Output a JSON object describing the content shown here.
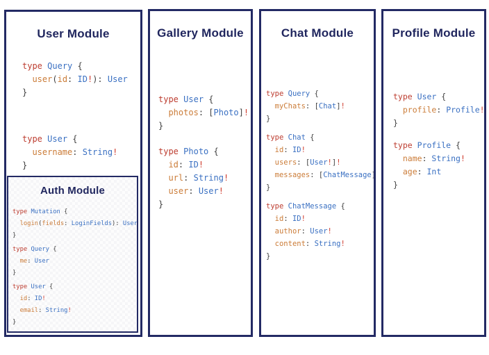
{
  "colors": {
    "border_navy": "#232a64",
    "title_navy": "#20265e",
    "keyword_red": "#bd3d30",
    "typename_blue": "#3a70c2",
    "field_orange": "#cb7c38",
    "punctuation_gray": "#404040",
    "bang_red": "#cf3c2e",
    "background": "#ffffff"
  },
  "modules": [
    {
      "id": "user",
      "title": "User Module",
      "blocks": [
        [
          [
            [
              "kw",
              "type"
            ],
            [
              "pl",
              " "
            ],
            [
              "ty",
              "Query"
            ],
            [
              "pl",
              " {"
            ]
          ],
          [
            [
              "pl",
              "  "
            ],
            [
              "fd",
              "user"
            ],
            [
              "pl",
              "("
            ],
            [
              "fd",
              "id"
            ],
            [
              "pl",
              ": "
            ],
            [
              "ty",
              "ID"
            ],
            [
              "bang",
              "!"
            ],
            [
              "pl",
              "): "
            ],
            [
              "ty",
              "User"
            ]
          ],
          [
            [
              "pl",
              "}"
            ]
          ]
        ],
        [
          [
            [
              "kw",
              "type"
            ],
            [
              "pl",
              " "
            ],
            [
              "ty",
              "User"
            ],
            [
              "pl",
              " {"
            ]
          ],
          [
            [
              "pl",
              "  "
            ],
            [
              "fd",
              "username"
            ],
            [
              "pl",
              ": "
            ],
            [
              "ty",
              "String"
            ],
            [
              "bang",
              "!"
            ]
          ],
          [
            [
              "pl",
              "}"
            ]
          ]
        ]
      ]
    },
    {
      "id": "auth",
      "title": "Auth Module",
      "blocks": [
        [
          [
            [
              "kw",
              "type"
            ],
            [
              "pl",
              " "
            ],
            [
              "ty",
              "Mutation"
            ],
            [
              "pl",
              " {"
            ]
          ],
          [
            [
              "pl",
              "  "
            ],
            [
              "fd",
              "login"
            ],
            [
              "pl",
              "("
            ],
            [
              "fd",
              "fields"
            ],
            [
              "pl",
              ": "
            ],
            [
              "ty",
              "LoginFields"
            ],
            [
              "pl",
              "): "
            ],
            [
              "ty",
              "User"
            ]
          ],
          [
            [
              "pl",
              "}"
            ]
          ]
        ],
        [
          [
            [
              "kw",
              "type"
            ],
            [
              "pl",
              " "
            ],
            [
              "ty",
              "Query"
            ],
            [
              "pl",
              " {"
            ]
          ],
          [
            [
              "pl",
              "  "
            ],
            [
              "fd",
              "me"
            ],
            [
              "pl",
              ": "
            ],
            [
              "ty",
              "User"
            ]
          ],
          [
            [
              "pl",
              "}"
            ]
          ]
        ],
        [
          [
            [
              "kw",
              "type"
            ],
            [
              "pl",
              " "
            ],
            [
              "ty",
              "User"
            ],
            [
              "pl",
              " {"
            ]
          ],
          [
            [
              "pl",
              "  "
            ],
            [
              "fd",
              "id"
            ],
            [
              "pl",
              ": "
            ],
            [
              "ty",
              "ID"
            ],
            [
              "bang",
              "!"
            ]
          ],
          [
            [
              "pl",
              "  "
            ],
            [
              "fd",
              "email"
            ],
            [
              "pl",
              ": "
            ],
            [
              "ty",
              "String"
            ],
            [
              "bang",
              "!"
            ]
          ],
          [
            [
              "pl",
              "}"
            ]
          ]
        ]
      ]
    },
    {
      "id": "gallery",
      "title": "Gallery Module",
      "blocks": [
        [
          [
            [
              "kw",
              "type"
            ],
            [
              "pl",
              " "
            ],
            [
              "ty",
              "User"
            ],
            [
              "pl",
              " {"
            ]
          ],
          [
            [
              "pl",
              "  "
            ],
            [
              "fd",
              "photos"
            ],
            [
              "pl",
              ": ["
            ],
            [
              "ty",
              "Photo"
            ],
            [
              "pl",
              "]"
            ],
            [
              "bang",
              "!"
            ]
          ],
          [
            [
              "pl",
              "}"
            ]
          ]
        ],
        [
          [
            [
              "kw",
              "type"
            ],
            [
              "pl",
              " "
            ],
            [
              "ty",
              "Photo"
            ],
            [
              "pl",
              " {"
            ]
          ],
          [
            [
              "pl",
              "  "
            ],
            [
              "fd",
              "id"
            ],
            [
              "pl",
              ": "
            ],
            [
              "ty",
              "ID"
            ],
            [
              "bang",
              "!"
            ]
          ],
          [
            [
              "pl",
              "  "
            ],
            [
              "fd",
              "url"
            ],
            [
              "pl",
              ": "
            ],
            [
              "ty",
              "String"
            ],
            [
              "bang",
              "!"
            ]
          ],
          [
            [
              "pl",
              "  "
            ],
            [
              "fd",
              "user"
            ],
            [
              "pl",
              ": "
            ],
            [
              "ty",
              "User"
            ],
            [
              "bang",
              "!"
            ]
          ],
          [
            [
              "pl",
              "}"
            ]
          ]
        ]
      ]
    },
    {
      "id": "chat",
      "title": "Chat Module",
      "blocks": [
        [
          [
            [
              "kw",
              "type"
            ],
            [
              "pl",
              " "
            ],
            [
              "ty",
              "Query"
            ],
            [
              "pl",
              " {"
            ]
          ],
          [
            [
              "pl",
              "  "
            ],
            [
              "fd",
              "myChats"
            ],
            [
              "pl",
              ": ["
            ],
            [
              "ty",
              "Chat"
            ],
            [
              "pl",
              "]"
            ],
            [
              "bang",
              "!"
            ]
          ],
          [
            [
              "pl",
              "}"
            ]
          ]
        ],
        [
          [
            [
              "kw",
              "type"
            ],
            [
              "pl",
              " "
            ],
            [
              "ty",
              "Chat"
            ],
            [
              "pl",
              " {"
            ]
          ],
          [
            [
              "pl",
              "  "
            ],
            [
              "fd",
              "id"
            ],
            [
              "pl",
              ": "
            ],
            [
              "ty",
              "ID"
            ],
            [
              "bang",
              "!"
            ]
          ],
          [
            [
              "pl",
              "  "
            ],
            [
              "fd",
              "users"
            ],
            [
              "pl",
              ": ["
            ],
            [
              "ty",
              "User"
            ],
            [
              "bang",
              "!"
            ],
            [
              "pl",
              "]"
            ],
            [
              "bang",
              "!"
            ]
          ],
          [
            [
              "pl",
              "  "
            ],
            [
              "fd",
              "messages"
            ],
            [
              "pl",
              ": ["
            ],
            [
              "ty",
              "ChatMessage"
            ],
            [
              "pl",
              "]"
            ],
            [
              "bang",
              "!"
            ]
          ],
          [
            [
              "pl",
              "}"
            ]
          ]
        ],
        [
          [
            [
              "kw",
              "type"
            ],
            [
              "pl",
              " "
            ],
            [
              "ty",
              "ChatMessage"
            ],
            [
              "pl",
              " {"
            ]
          ],
          [
            [
              "pl",
              "  "
            ],
            [
              "fd",
              "id"
            ],
            [
              "pl",
              ": "
            ],
            [
              "ty",
              "ID"
            ],
            [
              "bang",
              "!"
            ]
          ],
          [
            [
              "pl",
              "  "
            ],
            [
              "fd",
              "author"
            ],
            [
              "pl",
              ": "
            ],
            [
              "ty",
              "User"
            ],
            [
              "bang",
              "!"
            ]
          ],
          [
            [
              "pl",
              "  "
            ],
            [
              "fd",
              "content"
            ],
            [
              "pl",
              ": "
            ],
            [
              "ty",
              "String"
            ],
            [
              "bang",
              "!"
            ]
          ],
          [
            [
              "pl",
              "}"
            ]
          ]
        ]
      ]
    },
    {
      "id": "profile",
      "title": "Profile Module",
      "blocks": [
        [
          [
            [
              "kw",
              "type"
            ],
            [
              "pl",
              " "
            ],
            [
              "ty",
              "User"
            ],
            [
              "pl",
              " {"
            ]
          ],
          [
            [
              "pl",
              "  "
            ],
            [
              "fd",
              "profile"
            ],
            [
              "pl",
              ": "
            ],
            [
              "ty",
              "Profile"
            ],
            [
              "bang",
              "!"
            ]
          ],
          [
            [
              "pl",
              "}"
            ]
          ]
        ],
        [
          [
            [
              "kw",
              "type"
            ],
            [
              "pl",
              " "
            ],
            [
              "ty",
              "Profile"
            ],
            [
              "pl",
              " {"
            ]
          ],
          [
            [
              "pl",
              "  "
            ],
            [
              "fd",
              "name"
            ],
            [
              "pl",
              ": "
            ],
            [
              "ty",
              "String"
            ],
            [
              "bang",
              "!"
            ]
          ],
          [
            [
              "pl",
              "  "
            ],
            [
              "fd",
              "age"
            ],
            [
              "pl",
              ": "
            ],
            [
              "ty",
              "Int"
            ]
          ],
          [
            [
              "pl",
              "}"
            ]
          ]
        ]
      ]
    }
  ]
}
